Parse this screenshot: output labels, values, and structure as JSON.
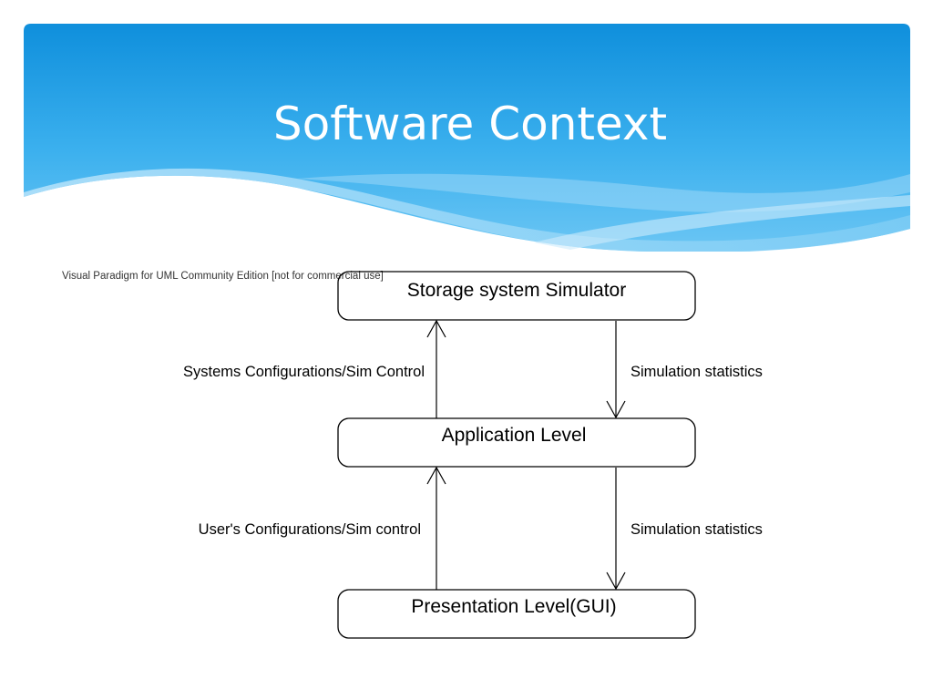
{
  "slide": {
    "title": "Software Context"
  },
  "diagram": {
    "watermark": "Visual Paradigm for UML Community Edition [not for commercial use]",
    "nodes": {
      "storage": "Storage system Simulator",
      "application": "Application Level",
      "presentation": "Presentation Level(GUI)"
    },
    "edges": {
      "app_to_storage": "Systems Configurations/Sim Control",
      "storage_to_app": "Simulation statistics",
      "gui_to_app": "User's Configurations/Sim control",
      "app_to_gui": "Simulation statistics"
    }
  },
  "colors": {
    "header_top": "#1a9ae2",
    "header_bottom": "#8fd0f5",
    "node_border": "#000000",
    "text": "#000000"
  }
}
